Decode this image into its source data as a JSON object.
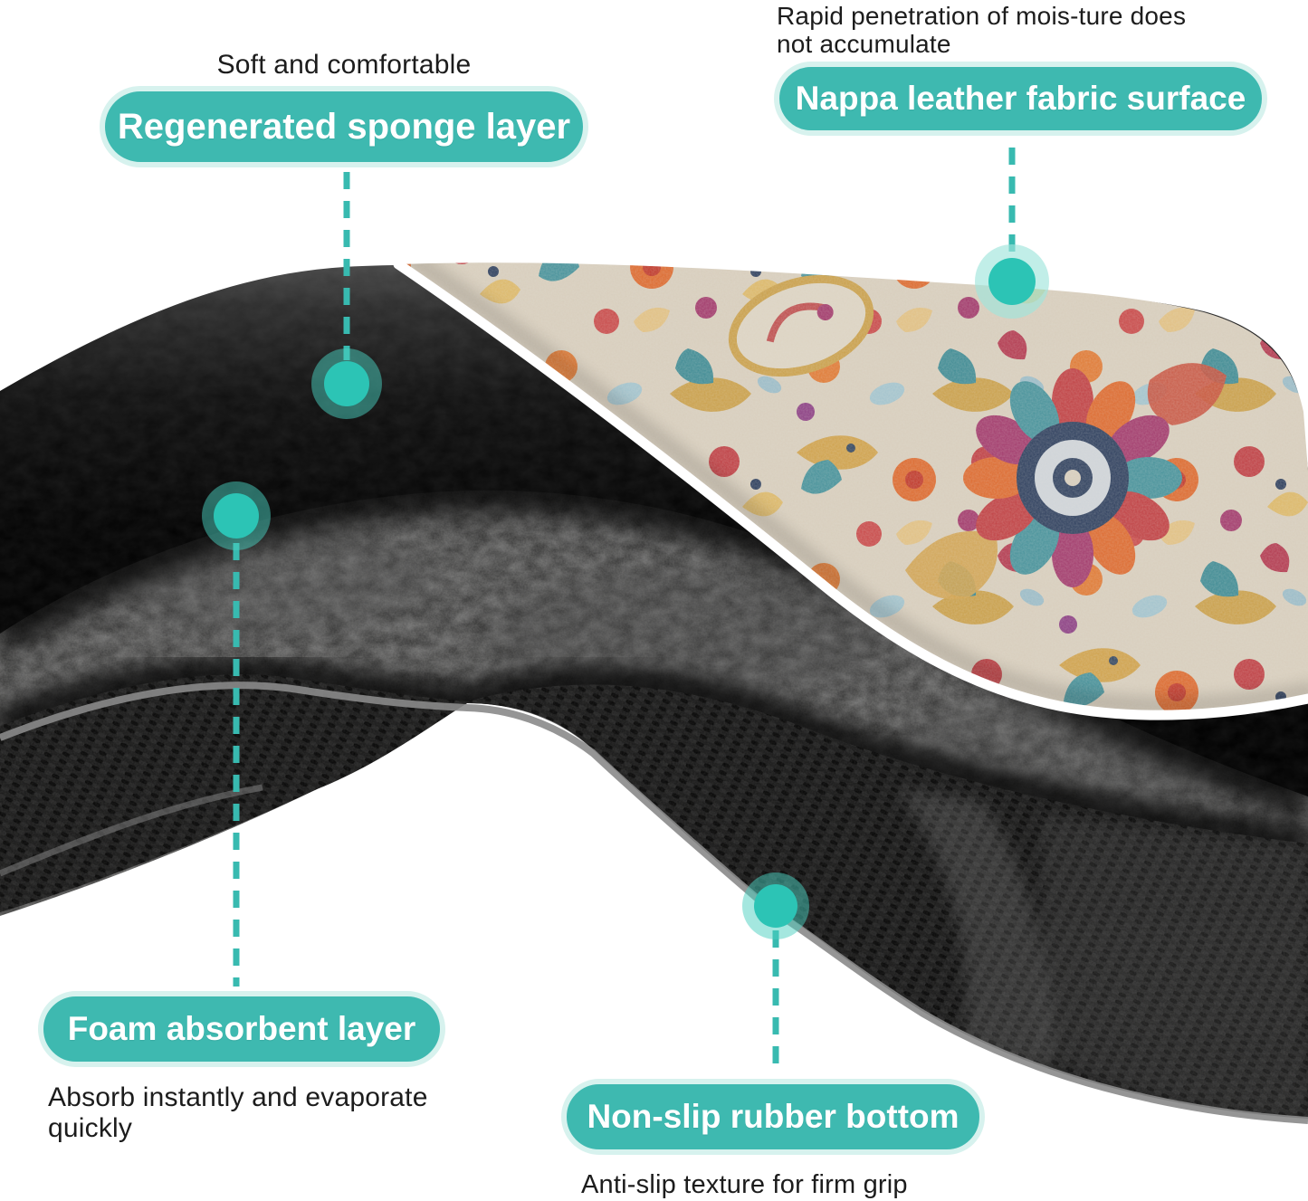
{
  "colors": {
    "accent_teal": "#3eb9b0",
    "pill_ring": "#d7f2ee",
    "marker_dot": "#2cc4b5",
    "leader_line": "#38bab0",
    "note_text": "#1c1c1c",
    "rug_base": "#d8cebd",
    "rim_gray": "#8a8a8a",
    "binding_white": "#ffffff"
  },
  "callouts": {
    "sponge": {
      "note": "Soft and comfortable",
      "label": "Regenerated sponge layer"
    },
    "fabric": {
      "note_line1": "Rapid penetration of mois-ture does",
      "note_line2": "not accumulate",
      "label": "Nappa leather fabric surface"
    },
    "foam": {
      "label": "Foam absorbent layer",
      "note_line1": "Absorb instantly and evaporate",
      "note_line2": "quickly"
    },
    "rubber": {
      "label": "Non-slip rubber bottom",
      "note": "Anti-slip texture for firm grip"
    }
  }
}
